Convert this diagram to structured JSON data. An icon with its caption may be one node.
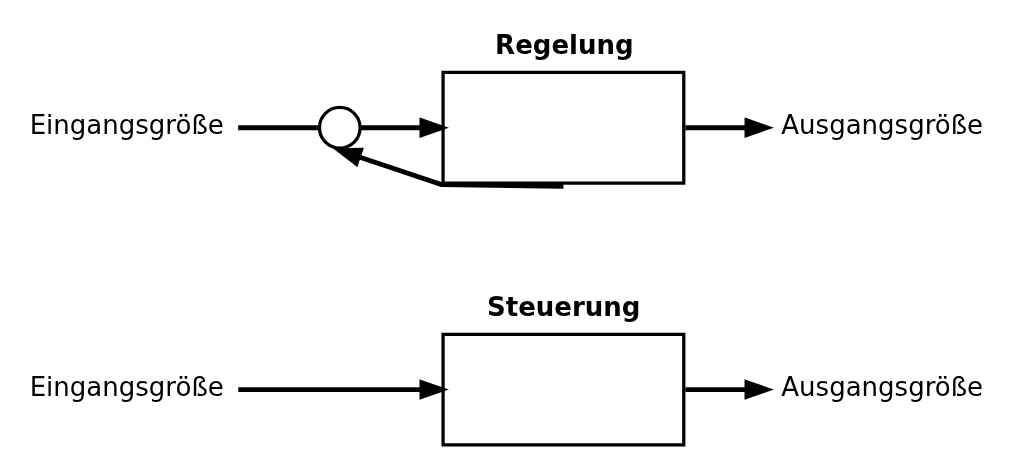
{
  "diagram": {
    "nodes": [
      {
        "text": [
          "Eingangsgröße"
        ]
      },
      {
        "text": [
          "Steuerung"
        ]
      },
      {
        "text": [
          "Ausgangsgröße"
        ]
      },
      {
        "text": [
          "Eingangsgröße"
        ]
      },
      {
        "text": [],
        "shape": "circle"
      },
      {
        "text": [
          "Regelung"
        ]
      },
      {
        "text": [
          "Ausgangsgröße"
        ]
      }
    ],
    "edges": [
      {
        "from": 0,
        "to": 1,
        "arrow": "to"
      },
      {
        "from": 1,
        "to": 2,
        "arrow": "to"
      },
      {
        "from": 3,
        "to": 4,
        "arrow": "none"
      },
      {
        "from": 4,
        "to": 5,
        "arrow": "to"
      },
      {
        "from": 5,
        "to": 6,
        "arrow": "to"
      },
      {
        "from": 5,
        "to": 4,
        "arrow": "to"
      }
    ]
  }
}
